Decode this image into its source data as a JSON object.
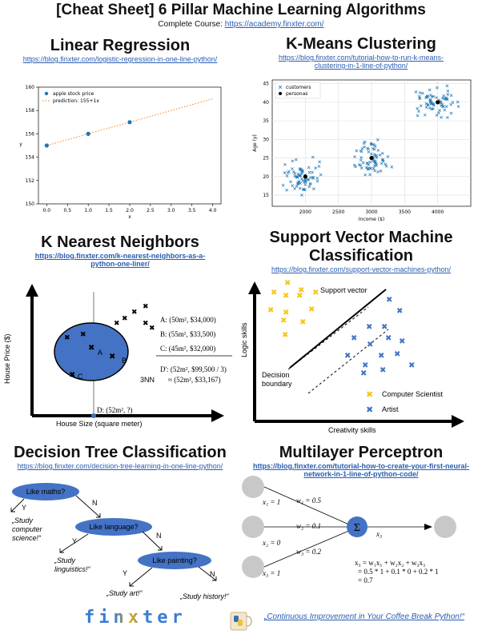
{
  "header": {
    "title": "[Cheat Sheet] 6 Pillar Machine Learning Algorithms",
    "course_prefix": "Complete Course: ",
    "course_link": "https://academy.finxter.com/"
  },
  "sections": {
    "linreg": {
      "title": "Linear Regression",
      "link": "https://blog.finxter.com/logistic-regression-in-one-line-python/"
    },
    "kmeans": {
      "title": "K-Means Clustering",
      "link_1": "https://blog.finxter.com/tutorial-how-to-run-k-means-",
      "link_2": "clustering-in-1-line-of-python/"
    },
    "knn": {
      "title": "K Nearest Neighbors",
      "link_1": "https://blog.finxter.com/k-nearest-neighbors-as-a-",
      "link_2": "python-one-liner/"
    },
    "svm": {
      "title_1": "Support Vector Machine",
      "title_2": "Classification",
      "link": "https://blog.finxter.com/support-vector-machines-python/"
    },
    "dtree": {
      "title": "Decision Tree Classification",
      "link": "https://blog.finxter.com/decision-tree-learning-in-one-line-python/"
    },
    "mlp": {
      "title": "Multilayer Perceptron",
      "link_1": "https://blog.finxter.com/tutorial-how-to-create-your-first-neural-",
      "link_2": "network-in-1-line-of-python-code/"
    }
  },
  "chart_data": [
    {
      "type": "scatter",
      "title": "",
      "xlabel": "x",
      "ylabel": "y",
      "xlim": [
        -0.2,
        4.2
      ],
      "ylim": [
        150,
        160
      ],
      "xticks": [
        "0.0",
        "0.5",
        "1.0",
        "1.5",
        "2.0",
        "2.5",
        "3.0",
        "3.5",
        "4.0"
      ],
      "yticks": [
        "150",
        "152",
        "154",
        "156",
        "158",
        "160"
      ],
      "grid": false,
      "legend": "top-left",
      "series": [
        {
          "name": "apple stock price",
          "type": "scatter",
          "x": [
            0,
            1,
            2
          ],
          "y": [
            155,
            156,
            157
          ],
          "color": "#1f77b4"
        },
        {
          "name": "prediction: 155+1x",
          "type": "line",
          "x": [
            0,
            4
          ],
          "y": [
            155,
            159
          ],
          "color": "#ff7f0e"
        }
      ]
    },
    {
      "type": "scatter",
      "title": "",
      "xlabel": "Income ($)",
      "ylabel": "Age (y)",
      "xlim": [
        1500,
        4500
      ],
      "ylim": [
        12,
        46
      ],
      "xticks": [
        "2000",
        "2500",
        "3000",
        "3500",
        "4000"
      ],
      "yticks": [
        "15",
        "20",
        "25",
        "30",
        "35",
        "40",
        "45"
      ],
      "grid": true,
      "legend": "top-left",
      "clusters": [
        {
          "center_x": 2000,
          "center_y": 20,
          "spread_x": 180,
          "spread_y": 2.6
        },
        {
          "center_x": 3000,
          "center_y": 25,
          "spread_x": 160,
          "spread_y": 2.6
        },
        {
          "center_x": 4000,
          "center_y": 40,
          "spread_x": 170,
          "spread_y": 2.4
        }
      ],
      "series": [
        {
          "name": "customers",
          "marker": "x",
          "color": "#1f77b4"
        },
        {
          "name": "personas",
          "marker": "dot",
          "color": "#000000",
          "x": [
            2000,
            3000,
            4000
          ],
          "y": [
            20,
            25,
            40
          ]
        }
      ]
    }
  ],
  "knn": {
    "ylabel": "House Price ($)",
    "xlabel": "House Size (square meter)",
    "label_a": "A",
    "label_b": "B",
    "label_c": "C",
    "label_3nn": "3NN",
    "label_d": "D: (52m², ?)",
    "rows": [
      "A: (50m², $34,000)",
      "B: (55m², $33,500)",
      "C: (45m², $32,000)"
    ],
    "dprime_1": "D': (52m², $99,500 / 3)",
    "dprime_2": "≈ (52m², $33,167)"
  },
  "svm": {
    "ylabel": "Logic skills",
    "xlabel": "Creativity skills",
    "support_vector": "Support vector",
    "boundary_1": "Decision",
    "boundary_2": "boundary",
    "legend_cs": "Computer Scientist",
    "legend_artist": "Artist",
    "color_cs": "#f5c518",
    "color_artist": "#4472c4"
  },
  "dtree": {
    "n1": "Like maths?",
    "n2": "Like language?",
    "n3": "Like painting?",
    "y": "Y",
    "n": "N",
    "leaf1_1": "„Study",
    "leaf1_2": "computer",
    "leaf1_3": "science!“",
    "leaf2_1": "„Study",
    "leaf2_2": "linguistics!“",
    "leaf3": "„Study art!“",
    "leaf4": "„Study history!“",
    "node_color": "#4472c4"
  },
  "mlp": {
    "x1": "x₁ = 1",
    "x2": "x₂ = 0",
    "x3": "x₃ = 1",
    "w1": "w₁ = 0.5",
    "w2": "w₂ = 0.1",
    "w3": "w₃ = 0.2",
    "sigma": "Σ",
    "out": "x₃",
    "eq1": "x₃ = w₁x₁ + w₂x₂ + w₃x₃",
    "eq2": "= 0.5 * 1 + 0.1 * 0 + 0.2 * 1",
    "eq3": "= 0.7"
  },
  "footer": {
    "logo": "finxter",
    "tagline": "„Continuous Improvement in Your Coffee Break Python!“"
  }
}
